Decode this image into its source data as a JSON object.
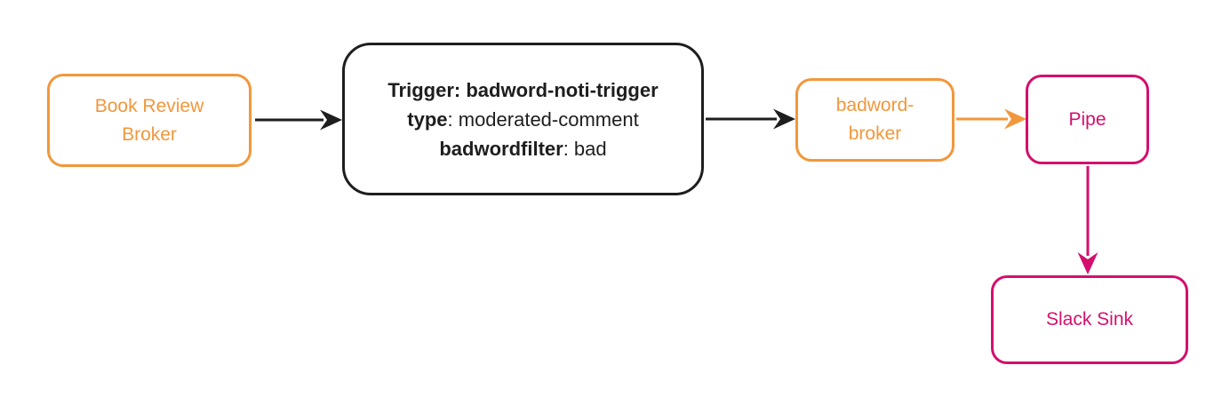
{
  "diagram": {
    "background_color": "#ffffff",
    "colors": {
      "orange": "#F2973B",
      "pink": "#D40F6D",
      "black": "#1E1E1E"
    },
    "nodes": {
      "book_review_broker": {
        "line1": "Book Review",
        "line2": "Broker"
      },
      "trigger": {
        "line1": "Trigger: badword-noti-trigger",
        "line2_key": "type",
        "line2_value": ": moderated-comment",
        "line3_key": "badwordfilter",
        "line3_value": ": bad"
      },
      "badword_broker": {
        "line1": "badword-",
        "line2": "broker"
      },
      "pipe": {
        "label": "Pipe"
      },
      "slack_sink": {
        "label": "Slack Sink"
      }
    },
    "edges": [
      {
        "from": "book-review-broker",
        "to": "trigger",
        "color": "#1E1E1E"
      },
      {
        "from": "trigger",
        "to": "badword-broker",
        "color": "#1E1E1E"
      },
      {
        "from": "badword-broker",
        "to": "pipe",
        "color": "#F2973B"
      },
      {
        "from": "pipe",
        "to": "slack-sink",
        "color": "#D40F6D"
      }
    ]
  }
}
